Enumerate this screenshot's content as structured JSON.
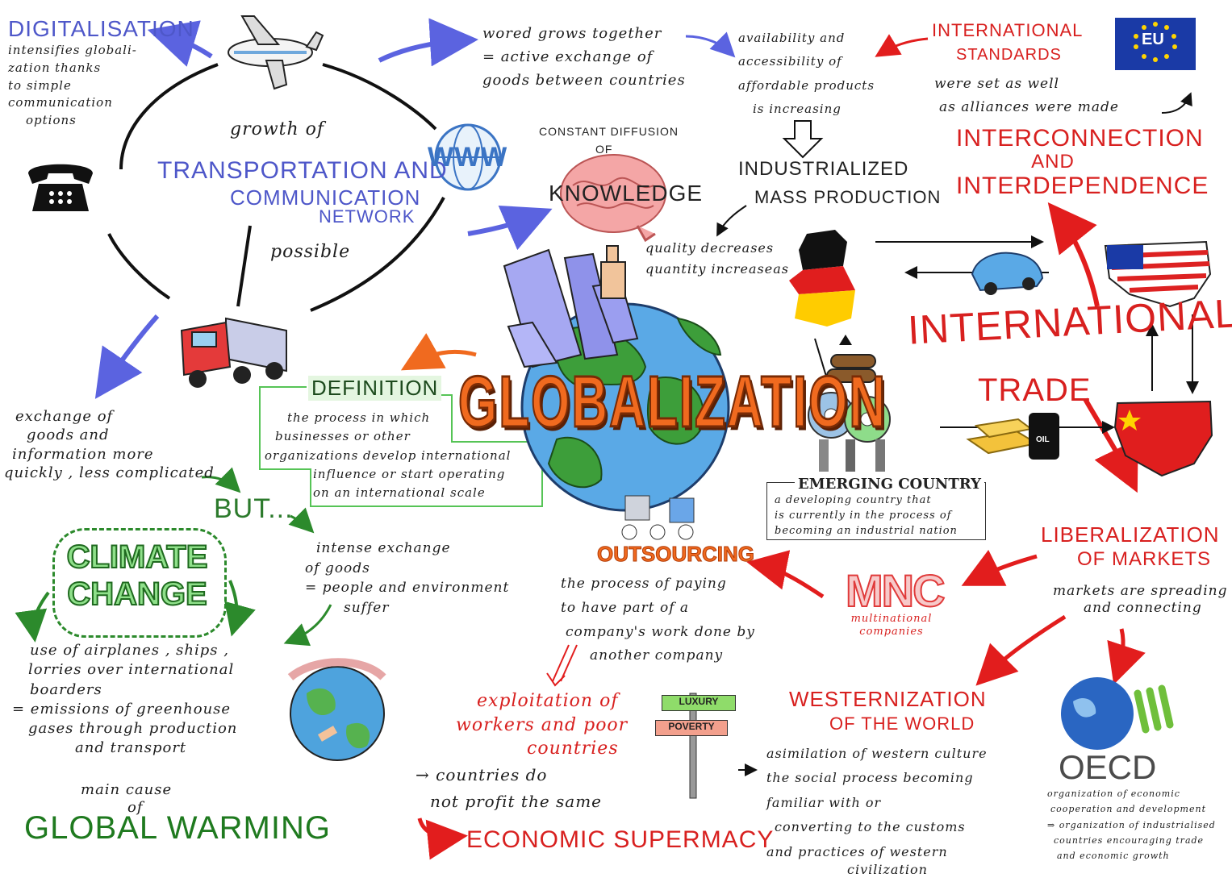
{
  "center": {
    "title": "GLOBALIZATION"
  },
  "digitalisation": {
    "title": "DIGITALISATION",
    "lines": [
      "intensifies globali-",
      "zation thanks",
      "to simple",
      "communication",
      "options"
    ]
  },
  "transport": {
    "growth": "growth of",
    "title_line1": "TRANSPORTATION AND",
    "title_line2": "COMMUNICATION",
    "title_line3": "NETWORK",
    "possible": "possible",
    "www": "WWW"
  },
  "world": {
    "lines": [
      "wored grows together",
      "= active exchange of",
      "goods between countries"
    ]
  },
  "availability": {
    "lines": [
      "availability and",
      "accessibility of",
      "affordable products",
      "is increasing"
    ]
  },
  "industrial": {
    "line1": "INDUSTRIALIZED",
    "line2": "MASS PRODUCTION",
    "quality_lines": [
      "quality decreases",
      "quantity increaseas"
    ]
  },
  "standards": {
    "title_line1": "INTERNATIONAL",
    "title_line2": "STANDARDS",
    "lines": [
      "were set as well",
      "as alliances were made"
    ],
    "eu": "EU"
  },
  "interconnection": {
    "lines": [
      "INTERCONNECTION",
      "AND",
      "INTERDEPENDENCE"
    ]
  },
  "knowledge": {
    "pre1": "CONSTANT DIFFUSION",
    "pre2": "OF",
    "title": "KNOWLEDGE"
  },
  "trade": {
    "line1": "INTERNATIONAL",
    "line2": "TRADE",
    "oil": "OIL"
  },
  "definition": {
    "title": "DEFINITION",
    "lines": [
      "the process in which",
      "businesses or other",
      "organizations develop international",
      "influence or start operating",
      "on an international scale"
    ]
  },
  "exchange": {
    "lines": [
      "exchange of",
      "goods and",
      "information more",
      "quickly , less complicated"
    ],
    "but": "BUT..."
  },
  "intense": {
    "lines": [
      "intense exchange",
      "of goods",
      "= people and environment",
      "suffer"
    ]
  },
  "climate": {
    "line1": "CLIMATE",
    "line2": "CHANGE",
    "use_lines": [
      "use of airplanes , ships ,",
      "lorries over international",
      "boarders",
      "= emissions of greenhouse",
      "gases through production",
      "and transport"
    ],
    "main_cause1": "main cause",
    "main_cause2": "of",
    "warming": "GLOBAL WARMING"
  },
  "emerging": {
    "title": "EMERGING COUNTRY",
    "lines": [
      "a developing country that",
      "is currently in the process of",
      "becoming an industrial nation"
    ]
  },
  "outsourcing": {
    "title": "OUTSOURCING",
    "lines": [
      "the process of paying",
      "to have part of a",
      "company's work done by",
      "another company"
    ]
  },
  "exploitation": {
    "lines": [
      "exploitation of",
      "workers and poor",
      "countries"
    ],
    "countries_lines": [
      "→ countries do",
      "not profit the same"
    ],
    "supremacy": "ECONOMIC SUPERMACY",
    "luxury": "LUXURY",
    "poverty": "POVERTY"
  },
  "mnc": {
    "title": "MNC",
    "sub_lines": [
      "multinational",
      "companies"
    ]
  },
  "liberal": {
    "line1": "LIBERALIZATION",
    "line2": "OF MARKETS",
    "lines": [
      "markets are spreading",
      "and connecting"
    ]
  },
  "western": {
    "line1": "WESTERNIZATION",
    "line2": "OF THE WORLD",
    "lines": [
      "asimilation of western culture",
      "the social process becoming",
      "familiar with or",
      "converting to the customs",
      "and practices of western",
      "civilization"
    ]
  },
  "oecd": {
    "title": "OECD",
    "lines": [
      "organization of economic",
      "cooperation and development",
      "⇒ organization of industrialised",
      "countries encouraging trade",
      "and economic growth"
    ]
  }
}
